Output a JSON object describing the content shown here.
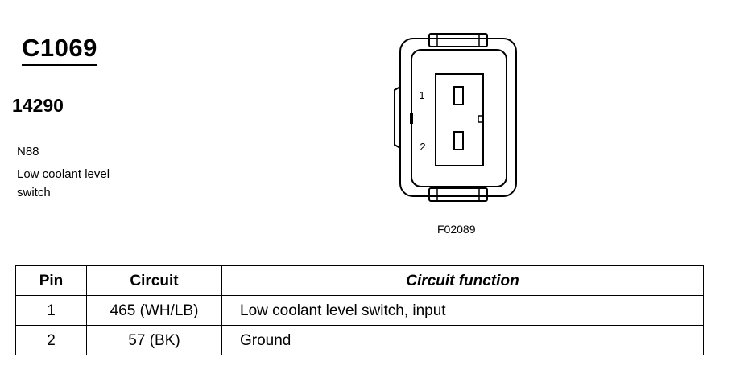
{
  "connector": {
    "id": "C1069",
    "part_number": "14290",
    "component_code": "N88",
    "component_description": "Low coolant level switch",
    "figure_id": "F02089",
    "pin_labels": [
      "1",
      "2"
    ]
  },
  "table": {
    "headers": [
      "Pin",
      "Circuit",
      "Circuit function"
    ],
    "rows": [
      {
        "pin": "1",
        "circuit": "465 (WH/LB)",
        "function": "Low coolant level switch, input"
      },
      {
        "pin": "2",
        "circuit": "57 (BK)",
        "function": "Ground"
      }
    ]
  }
}
